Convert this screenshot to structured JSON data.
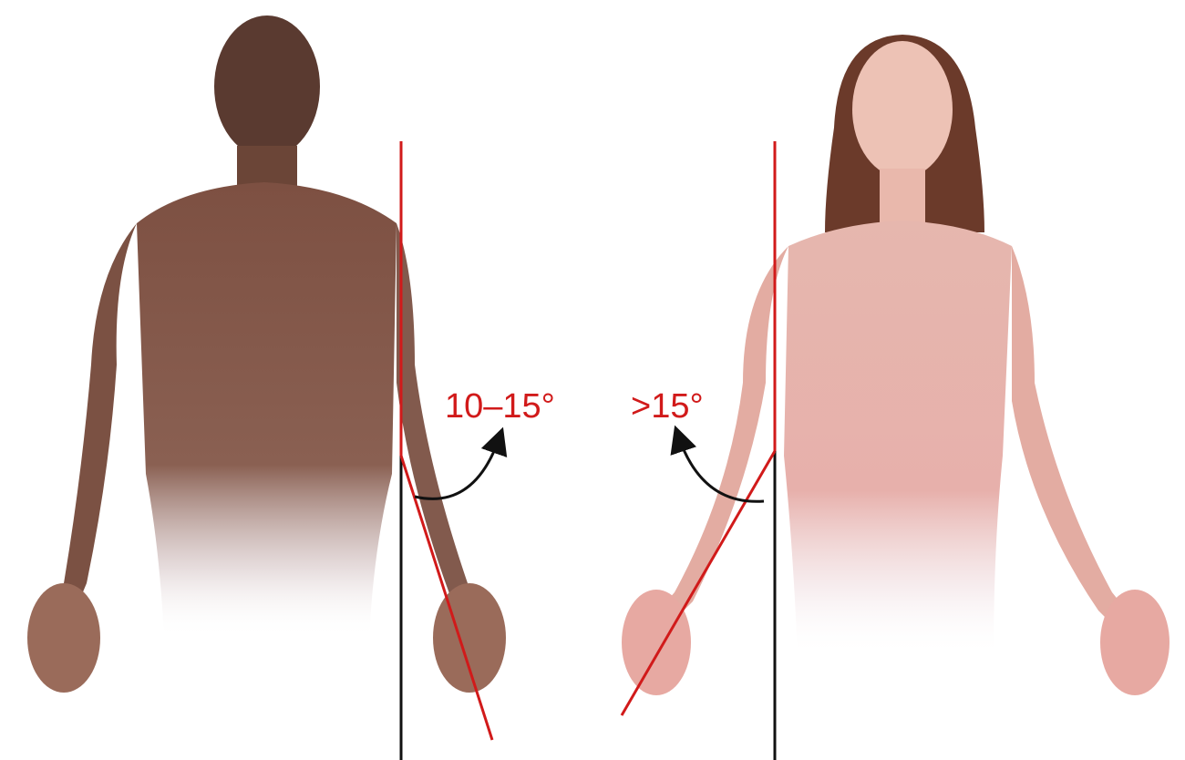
{
  "figure": {
    "left_panel": {
      "angle_label": "10–15°",
      "figure_desc": "male"
    },
    "right_panel": {
      "angle_label": ">15°",
      "figure_desc": "female"
    }
  },
  "colors": {
    "reference_line": "#111111",
    "axis_line": "#d11a1a",
    "label": "#d11a1a",
    "arrow": "#111111",
    "skin_male": "#8a5a4a",
    "skin_female": "#e2b0a8"
  }
}
